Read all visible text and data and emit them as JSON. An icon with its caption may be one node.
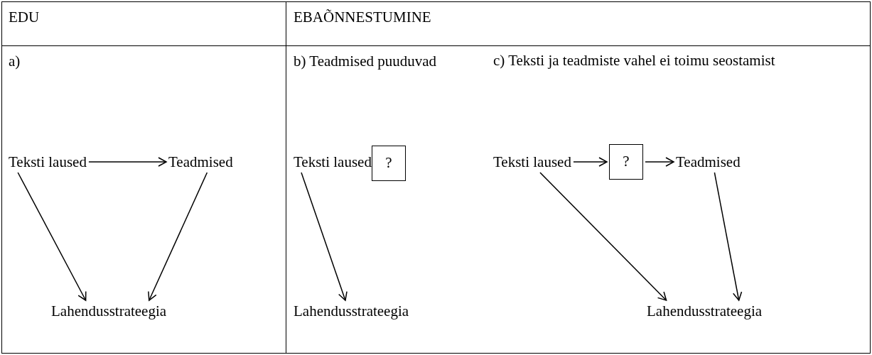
{
  "diagram": {
    "nodes": [
      {
        "text": [
          "Teksti laused"
        ]
      },
      {
        "text": [
          "Teadmised"
        ]
      },
      {
        "text": [
          "Lahendusstrateegia"
        ]
      },
      {
        "text": [
          "Teksti laused"
        ]
      },
      {
        "text": [
          "?"
        ]
      },
      {
        "text": [
          "Lahendusstrateegia"
        ]
      },
      {
        "text": [
          "Teksti laused"
        ]
      },
      {
        "text": [
          "?"
        ]
      },
      {
        "text": [
          "Teadmised"
        ]
      },
      {
        "text": [
          "Lahendusstrateegia"
        ]
      }
    ],
    "edges": [
      {
        "from": 0,
        "to": 1,
        "arrow": "to"
      },
      {
        "from": 0,
        "to": 2,
        "arrow": "to"
      },
      {
        "from": 1,
        "to": 2,
        "arrow": "to"
      },
      {
        "from": 3,
        "to": 5,
        "arrow": "to"
      },
      {
        "from": 6,
        "to": 7,
        "arrow": "to"
      },
      {
        "from": 7,
        "to": 8,
        "arrow": "to"
      },
      {
        "from": 6,
        "to": 9,
        "arrow": "to"
      },
      {
        "from": 8,
        "to": 9,
        "arrow": "to"
      }
    ],
    "labels": [
      "EDU",
      "EBAÕNNESTUMINE",
      "a)",
      "b) Teadmised puuduvad",
      "c) Teksti ja teadmiste vahel ei toimu seostamist"
    ]
  }
}
